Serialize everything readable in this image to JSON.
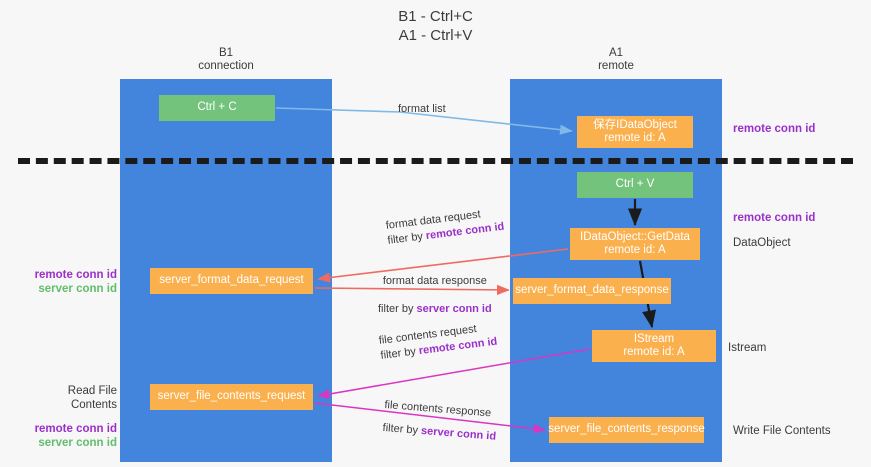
{
  "title": {
    "line1": "B1 - Ctrl+C",
    "line2": "A1 - Ctrl+V"
  },
  "lanes": [
    {
      "id": "b1",
      "name": "B1",
      "role": "connection",
      "color": "#4385dd"
    },
    {
      "id": "a1",
      "name": "A1",
      "role": "remote",
      "color": "#4385dd"
    }
  ],
  "colors": {
    "lane": "#4385dd",
    "green_node": "#74c37c",
    "orange_node": "#fbb04e",
    "purple_text": "#9b30c9",
    "green_text": "#62bd6d",
    "divider": "#1b1b1b",
    "arrow_blue": "#7fb9e8",
    "arrow_red": "#ee6b62",
    "arrow_magenta": "#d936c1",
    "arrow_black": "#1b1b1b",
    "background": "#f7f7f7"
  },
  "nodes": {
    "ctrl_c": {
      "label": "Ctrl + C",
      "sub": ""
    },
    "idataobject": {
      "label": "保存IDataObject",
      "sub": "remote id: A"
    },
    "ctrl_v": {
      "label": "Ctrl + V",
      "sub": ""
    },
    "getdata": {
      "label": "IDataObject::GetData",
      "sub": "remote id: A"
    },
    "server_format_data_request": {
      "label": "server_format_data_request",
      "sub": ""
    },
    "server_format_data_response": {
      "label": "server_format_data_response",
      "sub": ""
    },
    "istream": {
      "label": "IStream",
      "sub": "remote id: A"
    },
    "server_file_contents_request": {
      "label": "server_file_contents_request",
      "sub": ""
    },
    "server_file_contents_response": {
      "label": "server_file_contents_response",
      "sub": ""
    }
  },
  "side_labels": {
    "remote_conn_id_top": "remote conn id",
    "remote_conn_id_mid": "remote conn id",
    "dataobject": "DataObject",
    "istream": "Istream",
    "write_file_contents": "Write File Contents",
    "left_group_1": {
      "remote": "remote conn id",
      "server": "server conn id"
    },
    "left_group_2": {
      "title": "Read File Contents",
      "remote": "remote conn id",
      "server": "server conn id"
    }
  },
  "edge_labels": {
    "format_list": "format list",
    "format_data_request": {
      "line1": "format data request",
      "prefix": "filter by ",
      "highlight": "remote conn id"
    },
    "format_data_response": {
      "line1": "format data response",
      "prefix": "filter by ",
      "highlight": "server conn id"
    },
    "file_contents_request": {
      "line1": "file contents request",
      "prefix": "filter by ",
      "highlight": "remote conn id"
    },
    "file_contents_response": {
      "line1": "file contents response",
      "prefix": "filter by ",
      "highlight": "server conn id"
    }
  }
}
